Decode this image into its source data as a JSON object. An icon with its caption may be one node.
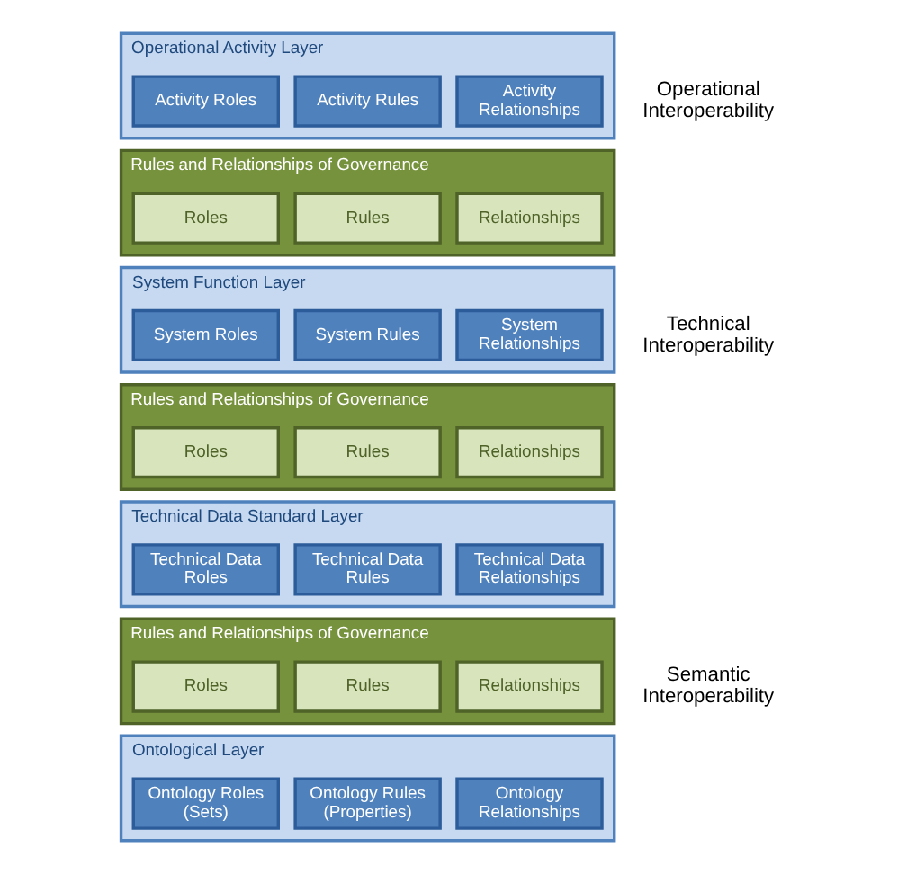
{
  "diagram": {
    "nodes": [
      {
        "text": [
          "Operational Activity Layer"
        ]
      },
      {
        "text": [
          "Activity Roles"
        ],
        "in": 0
      },
      {
        "text": [
          "Activity Rules"
        ],
        "in": 0
      },
      {
        "text": [
          "Activity Relationships"
        ],
        "in": 0
      },
      {
        "text": [
          "Rules and Relationships of Governance"
        ]
      },
      {
        "text": [
          "Roles"
        ],
        "in": 4
      },
      {
        "text": [
          "Rules"
        ],
        "in": 4
      },
      {
        "text": [
          "Relationships"
        ],
        "in": 4
      },
      {
        "text": [
          "System Function Layer"
        ]
      },
      {
        "text": [
          "System Roles"
        ],
        "in": 8
      },
      {
        "text": [
          "System Rules"
        ],
        "in": 8
      },
      {
        "text": [
          "System Relationships"
        ],
        "in": 8
      },
      {
        "text": [
          "Rules and Relationships of Governance"
        ]
      },
      {
        "text": [
          "Roles"
        ],
        "in": 12
      },
      {
        "text": [
          "Rules"
        ],
        "in": 12
      },
      {
        "text": [
          "Relationships"
        ],
        "in": 12
      },
      {
        "text": [
          "Technical Data Standard Layer"
        ]
      },
      {
        "text": [
          "Technical Data Roles"
        ],
        "in": 16
      },
      {
        "text": [
          "Technical Data Rules"
        ],
        "in": 16
      },
      {
        "text": [
          "Technical Data Relationships"
        ],
        "in": 16
      },
      {
        "text": [
          "Rules and Relationships of Governance"
        ]
      },
      {
        "text": [
          "Roles"
        ],
        "in": 20
      },
      {
        "text": [
          "Rules"
        ],
        "in": 20
      },
      {
        "text": [
          "Relationships"
        ],
        "in": 20
      },
      {
        "text": [
          "Ontological Layer"
        ]
      },
      {
        "text": [
          "Ontology Roles (Sets)"
        ],
        "in": 24
      },
      {
        "text": [
          "Ontology Rules (Properties)"
        ],
        "in": 24
      },
      {
        "text": [
          "Ontology Relationships"
        ],
        "in": 24
      }
    ],
    "edges": [],
    "labels": [
      "Operational Interoperability",
      "Technical Interoperability",
      "Semantic Interoperability"
    ]
  }
}
